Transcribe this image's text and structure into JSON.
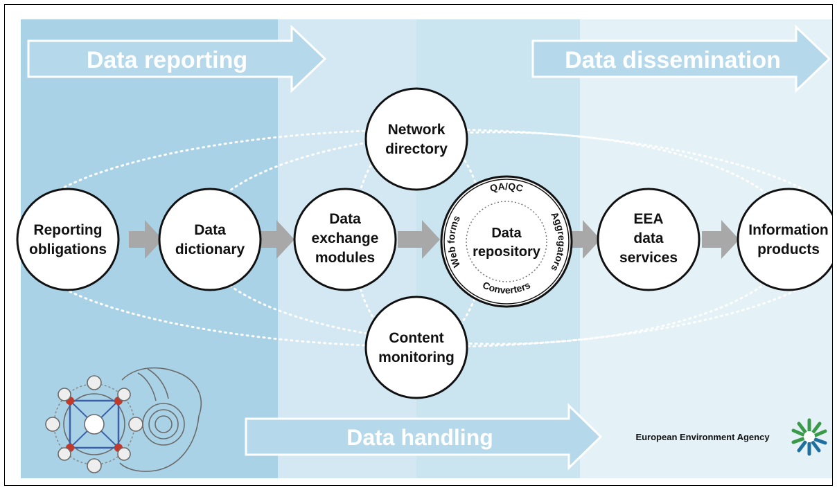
{
  "banners": {
    "reporting": "Data reporting",
    "dissemination": "Data dissemination",
    "handling": "Data handling"
  },
  "nodes": {
    "reporting_obligations": [
      "Reporting",
      "obligations"
    ],
    "data_dictionary": [
      "Data",
      "dictionary"
    ],
    "data_exchange_modules": [
      "Data",
      "exchange",
      "modules"
    ],
    "network_directory": [
      "Network",
      "directory"
    ],
    "data_repository": [
      "Data",
      "repository"
    ],
    "content_monitoring": [
      "Content",
      "monitoring"
    ],
    "eea_data_services": [
      "EEA",
      "data",
      "services"
    ],
    "information_products": [
      "Information",
      "products"
    ]
  },
  "repository_ring": {
    "top": "QA/QC",
    "right": "Aggregators",
    "bottom": "Converters",
    "left": "Web forms"
  },
  "agency_name": "European Environment Agency",
  "colors": {
    "panel_left": "#a9d2e6",
    "panel_mid": "#d3e8f2",
    "panel_right": "#e4f1f7",
    "banner_fill": "#b5d9ea",
    "flow_arrow": "#a8a8a8",
    "agency_logo_green": "#3b9a4a",
    "agency_logo_blue": "#1f6f9f"
  }
}
